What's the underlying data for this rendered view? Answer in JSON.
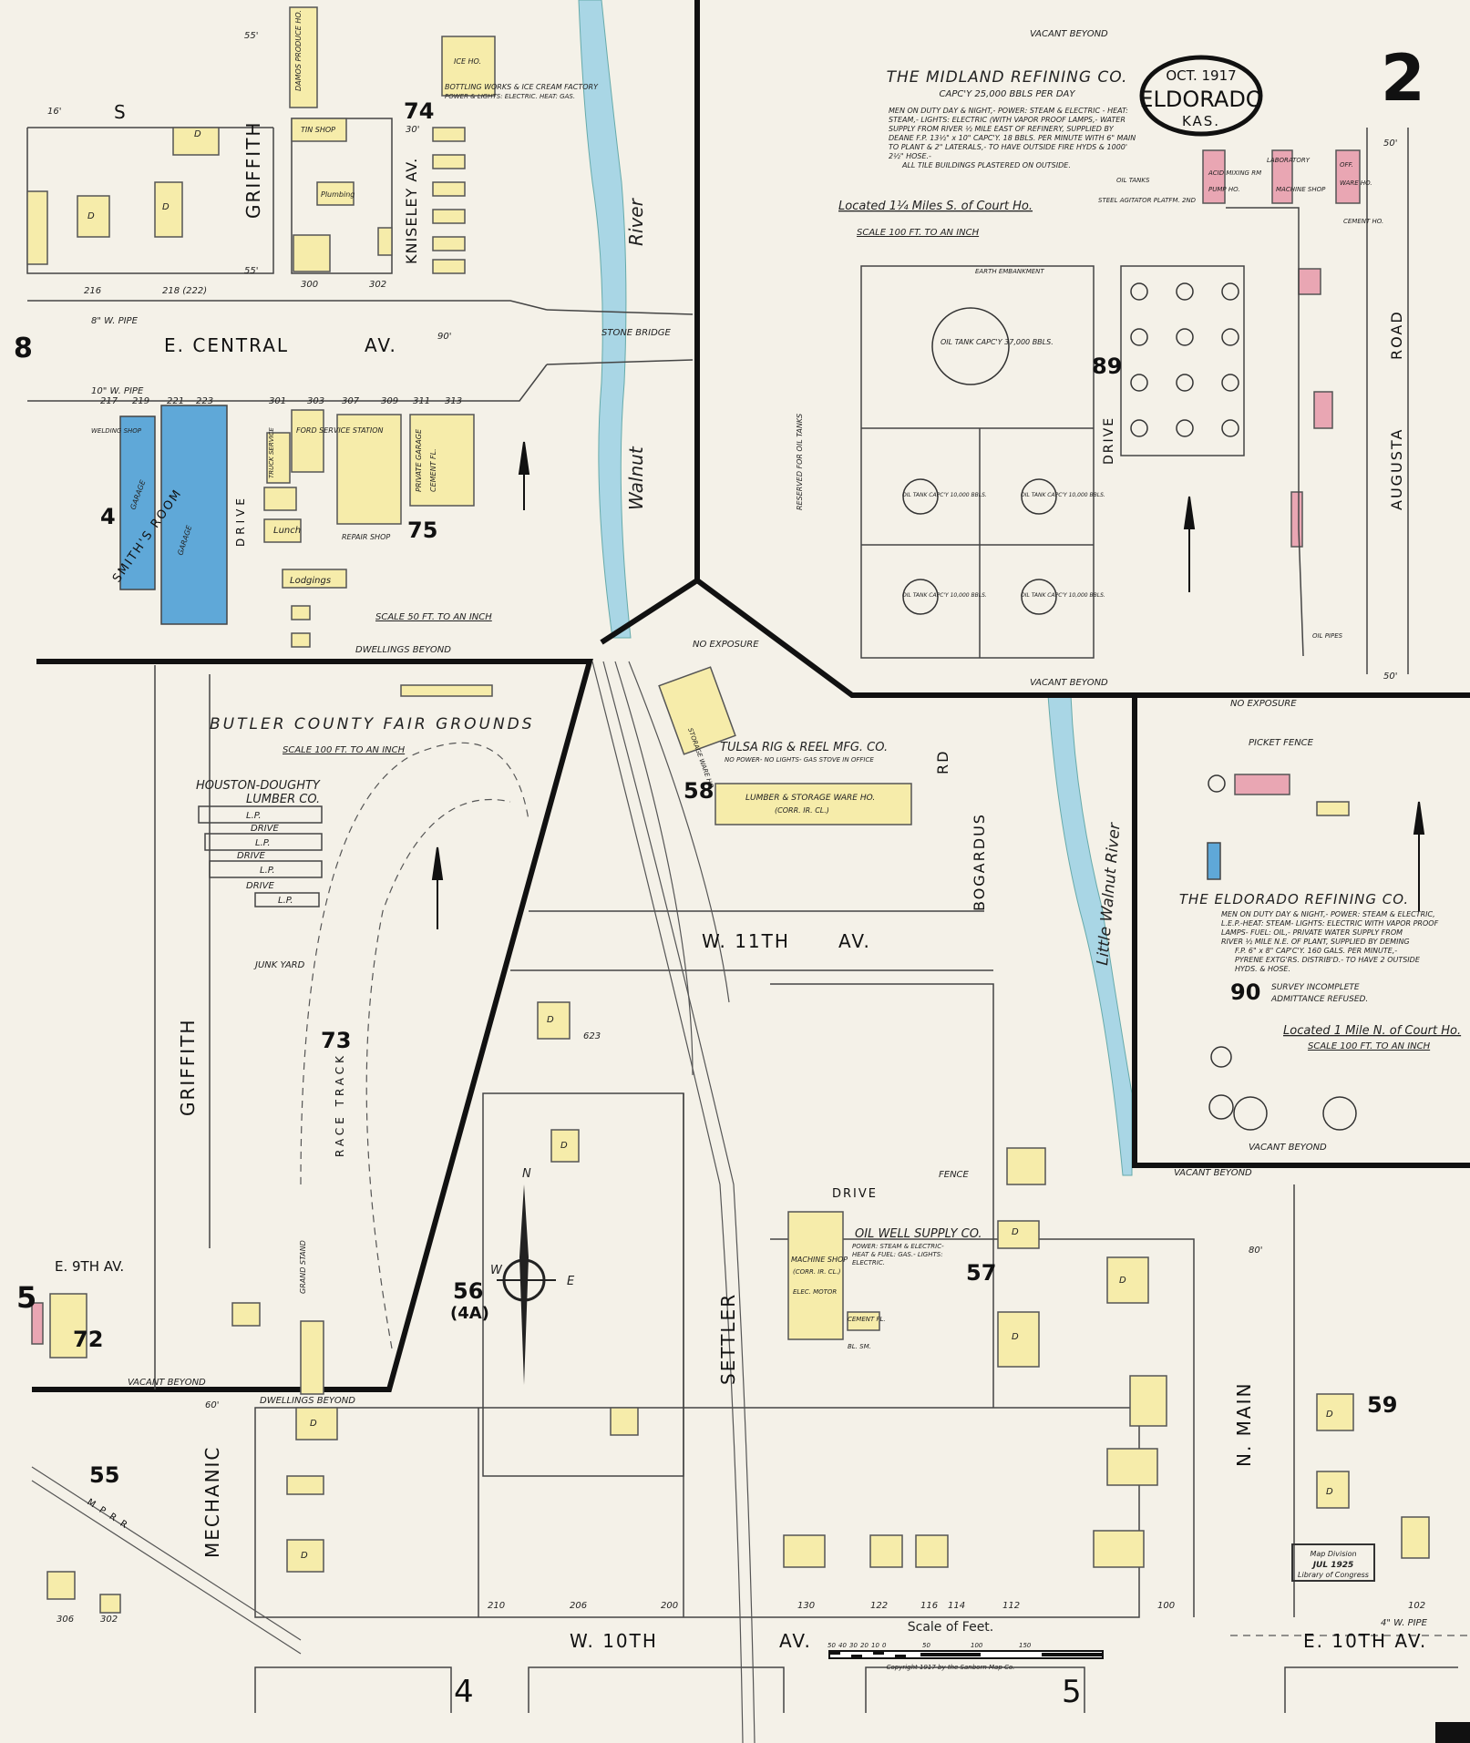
{
  "title": {
    "date": "OCT. 1917",
    "city": "ELDORADO",
    "state": "KAS.",
    "sheet_number": "2"
  },
  "colors": {
    "paper": "#f4f1e8",
    "frame": "#f6ecaa",
    "brick": "#e9a6b3",
    "concrete": "#5fa8d8",
    "river": "#a9d6e5"
  },
  "streets": {
    "s": "S",
    "griffith_top": "GRIFFITH",
    "kniseley": "KNISELEY AV.",
    "e_central": "E. CENTRAL",
    "e_central_av": "AV.",
    "drive_left": "DRIVE",
    "drive_89": "DRIVE",
    "augusta": "AUGUSTA",
    "road": "ROAD",
    "bogardus": "BOGARDUS",
    "rd": "RD",
    "w11": "W. 11TH",
    "w11_av": "AV.",
    "griffith_bottom": "GRIFFITH",
    "race_track": "RACE TRACK",
    "e9": "E. 9TH AV.",
    "settler": "SETTLER",
    "drive_bottom": "DRIVE",
    "n_main": "N. MAIN",
    "mechanic": "MECHANIC",
    "w10": "W. 10TH",
    "w10_av": "AV.",
    "e10": "E. 10TH AV.",
    "smiths_room": "SMITH'S ROOM",
    "mpr_r": "M P R R"
  },
  "rivers": {
    "walnut": "Walnut",
    "walnut_river": "River",
    "little_walnut": "Little Walnut River"
  },
  "blocks": [
    "74",
    "75",
    "4",
    "8",
    "89",
    "58",
    "73",
    "90",
    "5",
    "72",
    "56",
    "(4A)",
    "57",
    "59",
    "55"
  ],
  "adjoining_sheets": [
    "4",
    "5"
  ],
  "notes": {
    "vacant_beyond": "VACANT BEYOND",
    "dwellings_beyond": "DWELLINGS BEYOND",
    "no_exposure": "NO EXPOSURE",
    "stone_bridge": "STONE BRIDGE",
    "pipe_8": "8\" W. PIPE",
    "pipe_10": "10\" W. PIPE",
    "pipe_4": "4\" W. PIPE",
    "reserved": "RESERVED FOR OIL TANKS",
    "fence": "FENCE",
    "junk_yard": "JUNK YARD",
    "scale_50": "SCALE 50 FT. TO AN INCH",
    "oil_pipes": "OIL PIPES",
    "earth_embankment": "EARTH EMBANKMENT"
  },
  "midland": {
    "name": "THE MIDLAND REFINING CO.",
    "capacity": "CAPC'Y 25,000 BBLS PER DAY",
    "description": [
      "MEN ON DUTY DAY & NIGHT,- POWER: STEAM & ELECTRIC - HEAT:",
      "STEAM,- LIGHTS: ELECTRIC (WITH VAPOR PROOF LAMPS,- WATER",
      "SUPPLY FROM RIVER ½ MILE EAST OF REFINERY, SUPPLIED BY",
      "DEANE F.P. 13½\" x 10\" CAPC'Y. 18 BBLS. PER MINUTE WITH 6\" MAIN",
      "TO PLANT & 2\" LATERALS,- TO HAVE OUTSIDE FIRE HYDS & 1000'",
      "2½\" HOSE.-",
      "ALL TILE BUILDINGS PLASTERED ON OUTSIDE."
    ],
    "location": "Located 1¼ Miles S. of Court Ho.",
    "scale": "SCALE 100 FT. TO AN INCH",
    "buildings": [
      "ACID MIXING RM",
      "PUMP HO.",
      "LABORATORY",
      "MACHINE SHOP",
      "OFF.",
      "WARE HO.",
      "CEMENT HO.",
      "STEEL AGITATOR PLATFM. 2ND",
      "OIL TANKS"
    ],
    "tanks": [
      "OIL TANK CAPC'Y 37,000 BBLS.",
      "OIL TANK CAPC'Y 10,000 BBLS.",
      "OIL TANK CAPC'Y 10,000 BBLS.",
      "OIL TANK CAPC'Y 10,000 BBLS.",
      "OIL TANK CAPC'Y 10,000 BBLS."
    ]
  },
  "eldorado_refining": {
    "name": "THE ELDORADO REFINING CO.",
    "description": [
      "MEN ON DUTY DAY & NIGHT,- POWER: STEAM & ELECTRIC,",
      "L.E.P.-HEAT: STEAM- LIGHTS: ELECTRIC WITH VAPOR PROOF",
      "LAMPS- FUEL: OIL,- PRIVATE WATER SUPPLY FROM",
      "RIVER ½ MILE N.E. OF PLANT, SUPPLIED BY DEMING",
      "F.P. 6\" x 8\" CAP'C'Y. 160 GALS. PER MINUTE,-",
      "PYRENE EXTG'RS. DISTRIB'D.- TO HAVE 2 OUTSIDE",
      "HYDS. & HOSE."
    ],
    "survey": [
      "SURVEY INCOMPLETE",
      "ADMITTANCE REFUSED."
    ],
    "location": "Located 1 Mile N. of Court Ho.",
    "scale": "SCALE 100 FT. TO AN INCH",
    "picket_fence": "PICKET FENCE"
  },
  "fair_grounds": {
    "name": "BUTLER COUNTY FAIR GROUNDS",
    "scale": "SCALE 100 FT. TO AN INCH",
    "grand_stand": "GRAND STAND"
  },
  "houston_doughty": {
    "name_1": "HOUSTON-DOUGHTY",
    "name_2": "LUMBER CO.",
    "labels": [
      "L.P.",
      "DRIVE",
      "L.P.",
      "DRIVE",
      "L.P.",
      "DRIVE",
      "L.P."
    ]
  },
  "tulsa": {
    "name": "TULSA RIG & REEL MFG. CO.",
    "note": "NO POWER- NO LIGHTS- GAS STOVE IN OFFICE",
    "storage": "LUMBER & STORAGE WARE HO.",
    "storage_sub": "(CORR. IR. CL.)",
    "storage_ware": "STORAGE WARE HO."
  },
  "oil_well": {
    "name": "OIL WELL SUPPLY CO.",
    "note": [
      "POWER: STEAM & ELECTRIC-",
      "HEAT & FUEL: GAS.- LIGHTS:",
      "ELECTRIC."
    ],
    "machine_shop": "MACHINE SHOP",
    "machine_sub": "(CORR. IR. CL.)",
    "motor": "ELEC. MOTOR",
    "blacksmith": "BL. SM.",
    "cement": "CEMENT FL."
  },
  "block74": {
    "bottling": "BOTTLING WORKS & ICE CREAM FACTORY",
    "bottling_note": "POWER & LIGHTS: ELECTRIC. HEAT: GAS.",
    "ice_ho": "ICE HO.",
    "tin_shop": "TIN SHOP",
    "plumbing": "Plumbing",
    "produce": "DAMOS PRODUCE HO."
  },
  "block75": {
    "garage1": "GARAGE",
    "garage2": "GARAGE",
    "ford": "FORD SERVICE STATION",
    "truck": "TRUCK SERVICE",
    "lunch": "Lunch",
    "lodgings": "Lodgings",
    "repair": "REPAIR SHOP",
    "private_garage": "PRIVATE GARAGE",
    "cement_fl": "CEMENT FL.",
    "welding": "WELDING SHOP"
  },
  "addresses": [
    "216",
    "218 (222)",
    "300",
    "302",
    "217",
    "219",
    "221",
    "223",
    "301",
    "303",
    "307",
    "309",
    "311",
    "313",
    "623",
    "210",
    "206",
    "200",
    "130",
    "122",
    "116",
    "114",
    "112",
    "100",
    "102",
    "302",
    "306"
  ],
  "dims": [
    "55'",
    "16'",
    "30'",
    "90'",
    "50'",
    "80'",
    "60'"
  ],
  "dwelling_mark": "D",
  "scale_bar": {
    "title": "Scale of Feet.",
    "ticks": [
      "50",
      "40",
      "30",
      "20",
      "10",
      "0",
      "50",
      "100",
      "150"
    ]
  },
  "copyright": "Copyright 1917 by the Sanborn Map Co.",
  "stamp": {
    "line1": "Map Division",
    "line2": "JUL 1925",
    "line3": "Library of Congress"
  },
  "compass": {
    "n": "N",
    "e": "E",
    "w": "W"
  }
}
